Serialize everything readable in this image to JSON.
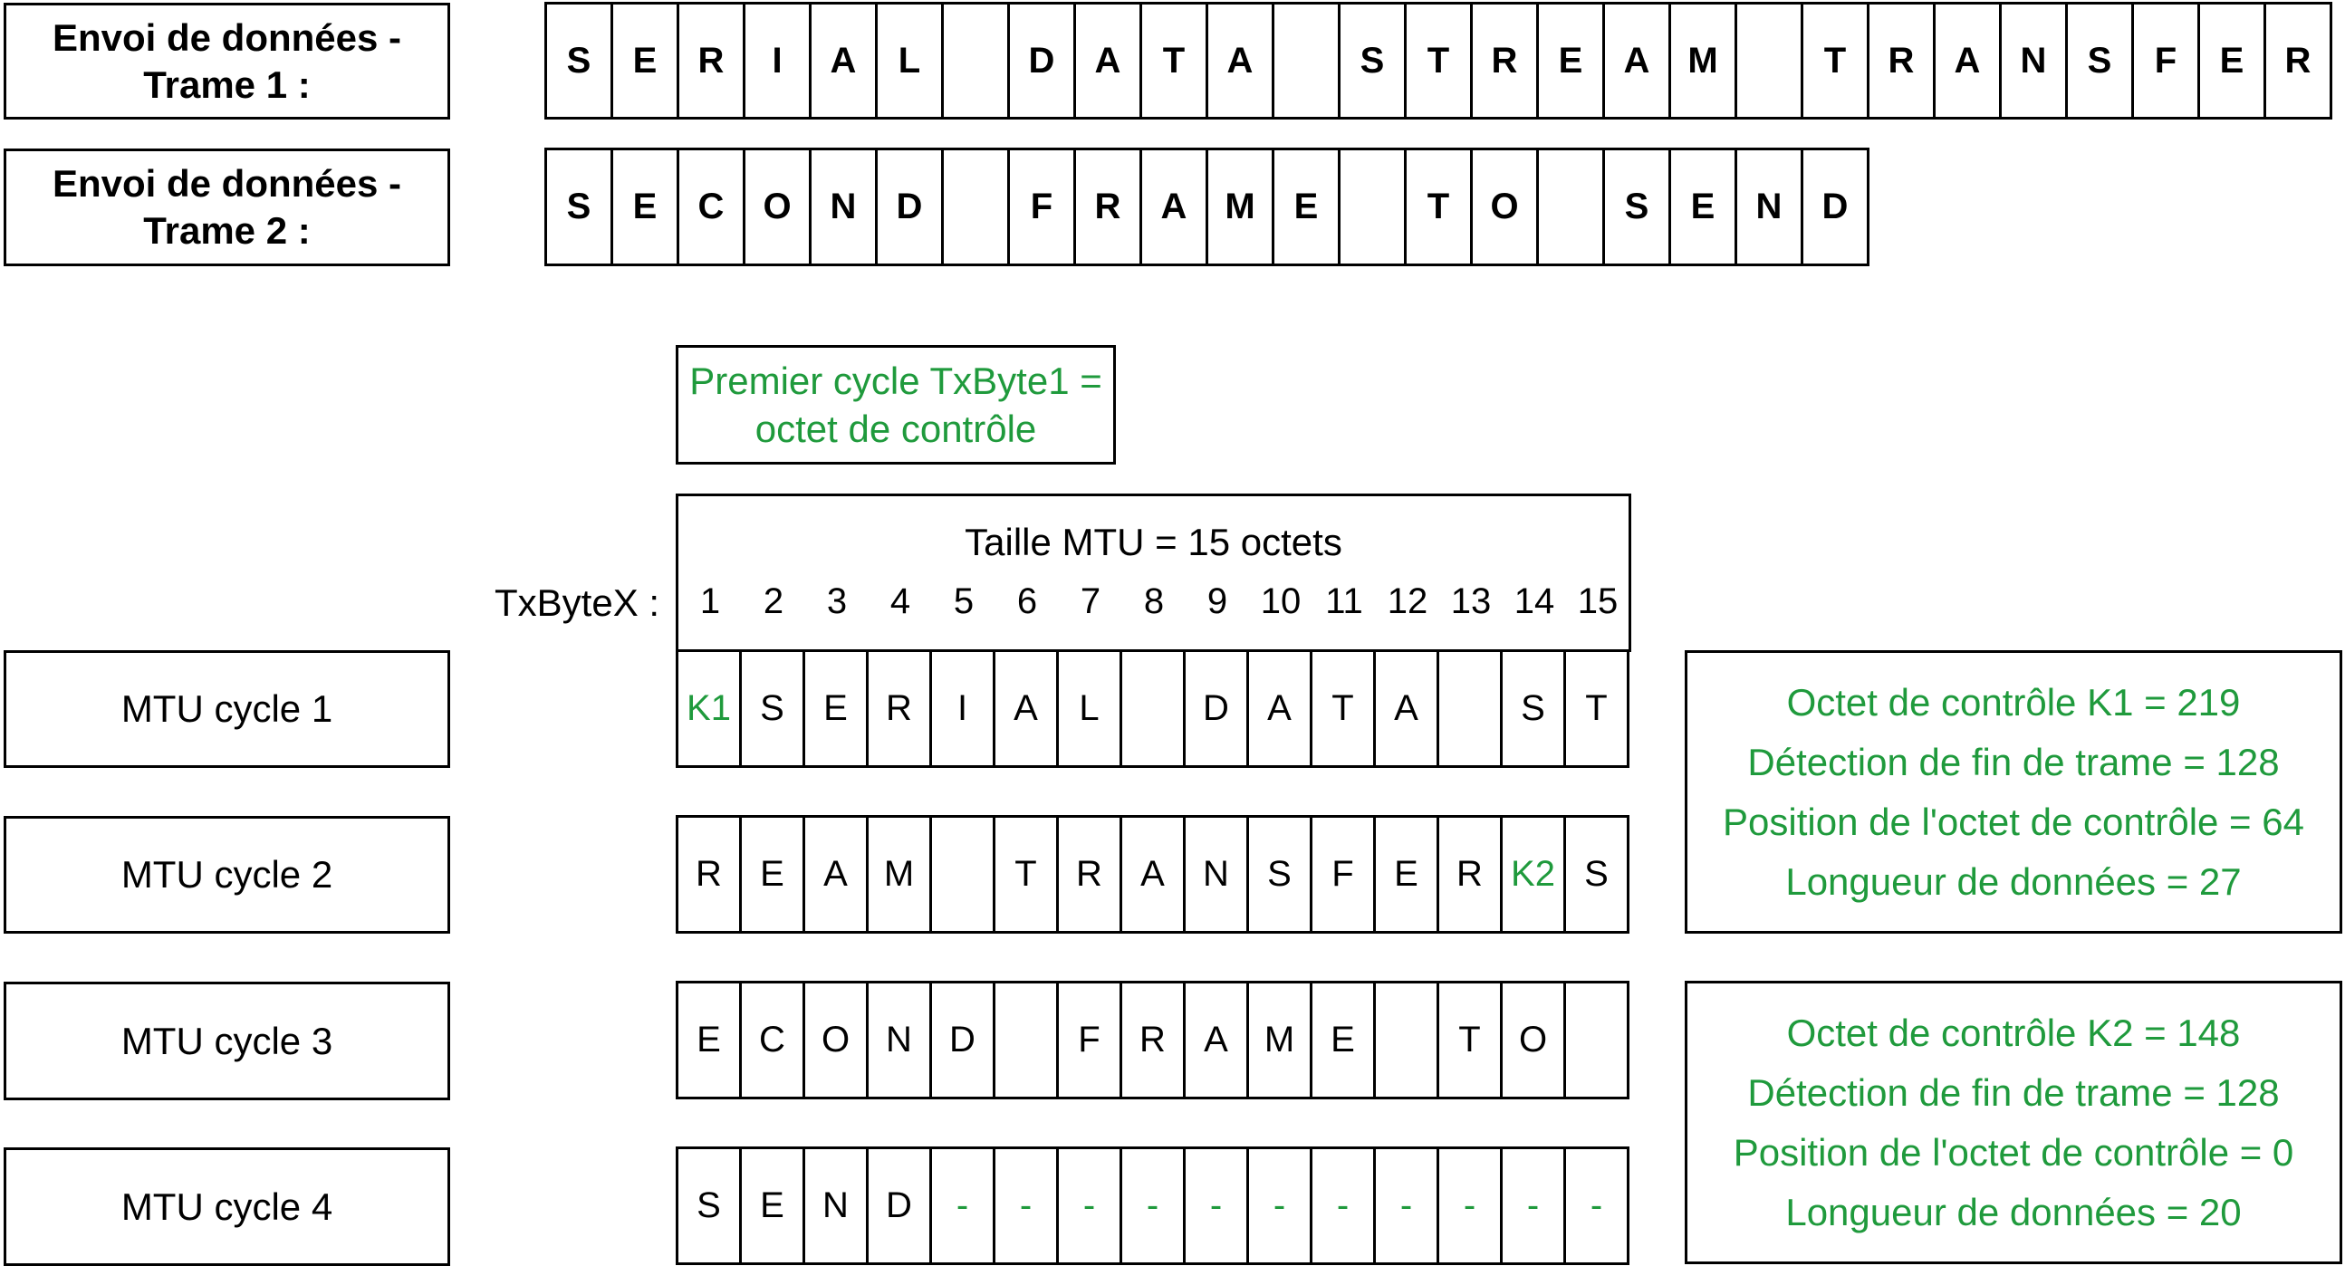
{
  "frames": [
    {
      "label_line1": "Envoi de données -",
      "label_line2": "Trame 1 :",
      "chars": [
        "S",
        "E",
        "R",
        "I",
        "A",
        "L",
        "",
        "D",
        "A",
        "T",
        "A",
        "",
        "S",
        "T",
        "R",
        "E",
        "A",
        "M",
        "",
        "T",
        "R",
        "A",
        "N",
        "S",
        "F",
        "E",
        "R"
      ]
    },
    {
      "label_line1": "Envoi de données -",
      "label_line2": "Trame 2 :",
      "chars": [
        "S",
        "E",
        "C",
        "O",
        "N",
        "D",
        "",
        "F",
        "R",
        "A",
        "M",
        "E",
        "",
        "T",
        "O",
        "",
        "S",
        "E",
        "N",
        "D"
      ]
    }
  ],
  "callout": {
    "line1": "Premier cycle TxByte1 =",
    "line2": "octet de contrôle"
  },
  "mtu_header": {
    "title": "Taille MTU = 15 octets",
    "txbyte_label": "TxByteX :",
    "byte_numbers": [
      "1",
      "2",
      "3",
      "4",
      "5",
      "6",
      "7",
      "8",
      "9",
      "10",
      "11",
      "12",
      "13",
      "14",
      "15"
    ]
  },
  "cycles": [
    {
      "label": "MTU cycle 1",
      "cells": [
        {
          "t": "K1",
          "g": true
        },
        {
          "t": "S"
        },
        {
          "t": "E"
        },
        {
          "t": "R"
        },
        {
          "t": "I"
        },
        {
          "t": "A"
        },
        {
          "t": "L"
        },
        {
          "t": ""
        },
        {
          "t": "D"
        },
        {
          "t": "A"
        },
        {
          "t": "T"
        },
        {
          "t": "A"
        },
        {
          "t": ""
        },
        {
          "t": "S"
        },
        {
          "t": "T"
        }
      ]
    },
    {
      "label": "MTU cycle 2",
      "cells": [
        {
          "t": "R"
        },
        {
          "t": "E"
        },
        {
          "t": "A"
        },
        {
          "t": "M"
        },
        {
          "t": ""
        },
        {
          "t": "T"
        },
        {
          "t": "R"
        },
        {
          "t": "A"
        },
        {
          "t": "N"
        },
        {
          "t": "S"
        },
        {
          "t": "F"
        },
        {
          "t": "E"
        },
        {
          "t": "R"
        },
        {
          "t": "K2",
          "g": true
        },
        {
          "t": "S"
        }
      ]
    },
    {
      "label": "MTU cycle 3",
      "cells": [
        {
          "t": "E"
        },
        {
          "t": "C"
        },
        {
          "t": "O"
        },
        {
          "t": "N"
        },
        {
          "t": "D"
        },
        {
          "t": ""
        },
        {
          "t": "F"
        },
        {
          "t": "R"
        },
        {
          "t": "A"
        },
        {
          "t": "M"
        },
        {
          "t": "E"
        },
        {
          "t": ""
        },
        {
          "t": "T"
        },
        {
          "t": "O"
        },
        {
          "t": ""
        }
      ]
    },
    {
      "label": "MTU cycle 4",
      "cells": [
        {
          "t": "S"
        },
        {
          "t": "E"
        },
        {
          "t": "N"
        },
        {
          "t": "D"
        },
        {
          "t": "-",
          "g": true
        },
        {
          "t": "-",
          "g": true
        },
        {
          "t": "-",
          "g": true
        },
        {
          "t": "-",
          "g": true
        },
        {
          "t": "-",
          "g": true
        },
        {
          "t": "-",
          "g": true
        },
        {
          "t": "-",
          "g": true
        },
        {
          "t": "-",
          "g": true
        },
        {
          "t": "-",
          "g": true
        },
        {
          "t": "-",
          "g": true
        },
        {
          "t": "-",
          "g": true
        }
      ]
    }
  ],
  "info_boxes": [
    {
      "lines": [
        "Octet de contrôle K1 = 219",
        "Détection de fin de trame = 128",
        "Position de l'octet de contrôle = 64",
        "Longueur de données = 27"
      ]
    },
    {
      "lines": [
        "Octet de contrôle K2 = 148",
        "Détection de fin de trame = 128",
        "Position de l'octet de contrôle = 0",
        "Longueur de données = 20"
      ]
    }
  ],
  "colors": {
    "accent_green": "#1f9a3c",
    "border": "#000000"
  }
}
